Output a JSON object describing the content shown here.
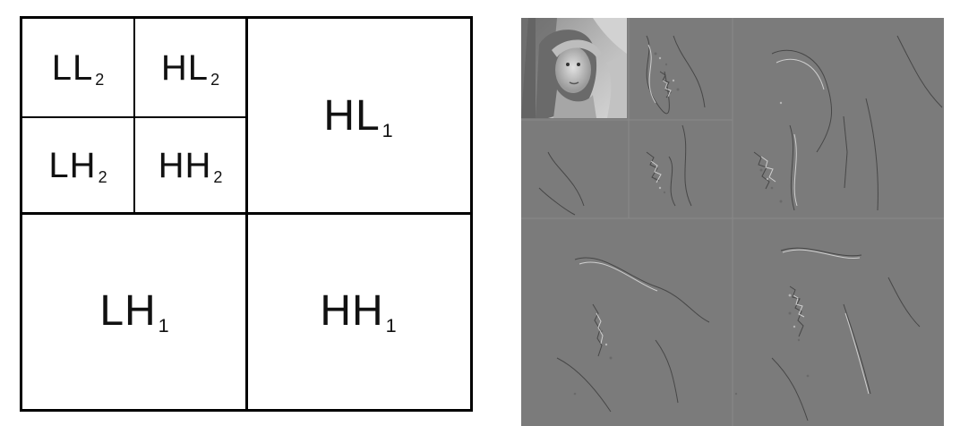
{
  "diagram": {
    "ll2": {
      "base": "LL",
      "sub": "2"
    },
    "hl2": {
      "base": "HL",
      "sub": "2"
    },
    "lh2": {
      "base": "LH",
      "sub": "2"
    },
    "hh2": {
      "base": "HH",
      "sub": "2"
    },
    "hl1": {
      "base": "HL",
      "sub": "1"
    },
    "lh1": {
      "base": "LH",
      "sub": "1"
    },
    "hh1": {
      "base": "HH",
      "sub": "1"
    }
  },
  "colors": {
    "line": "#000000",
    "background": "#ffffff",
    "wavelet_gray": "#7b7b7b"
  }
}
